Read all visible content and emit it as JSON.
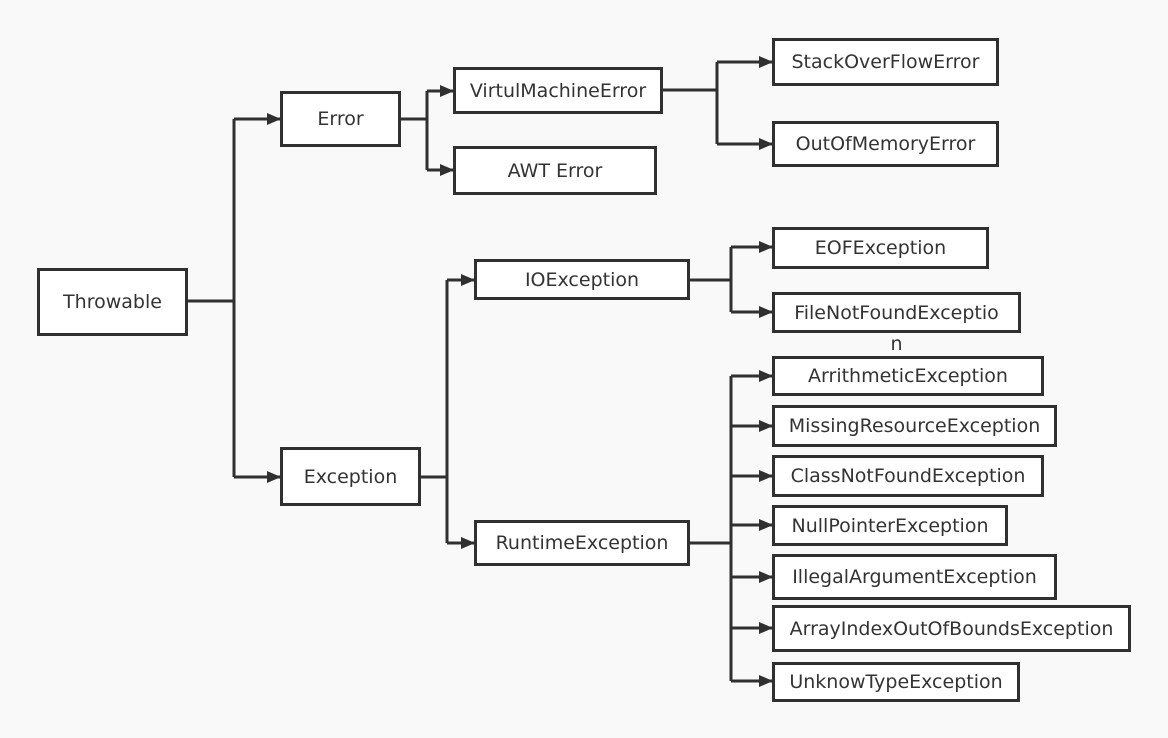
{
  "nodes": {
    "throwable": "Throwable",
    "error": "Error",
    "virtual_machine_error": "VirtulMachineError",
    "awt_error": "AWT Error",
    "stack_overflow_error": "StackOverFlowError",
    "out_of_memory_error": "OutOfMemoryError",
    "exception": "Exception",
    "io_exception": "IOException",
    "eof_exception": "EOFException",
    "file_not_found_line1": "FileNotFoundExceptio",
    "file_not_found_line2": "n",
    "runtime_exception": "RuntimeException",
    "arrithmetic_exception": "ArrithmeticException",
    "missing_resource_exception": "MissingResourceException",
    "class_not_found_exception": "ClassNotFoundException",
    "null_pointer_exception": "NullPointerException",
    "illegal_argument_exception": "IllegalArgumentException",
    "array_index_exception": "ArrayIndexOutOfBoundsException",
    "unknow_type_exception": "UnknowTypeException"
  },
  "colors": {
    "line": "#303030",
    "text": "#333333",
    "background": "#f9f9f9"
  }
}
